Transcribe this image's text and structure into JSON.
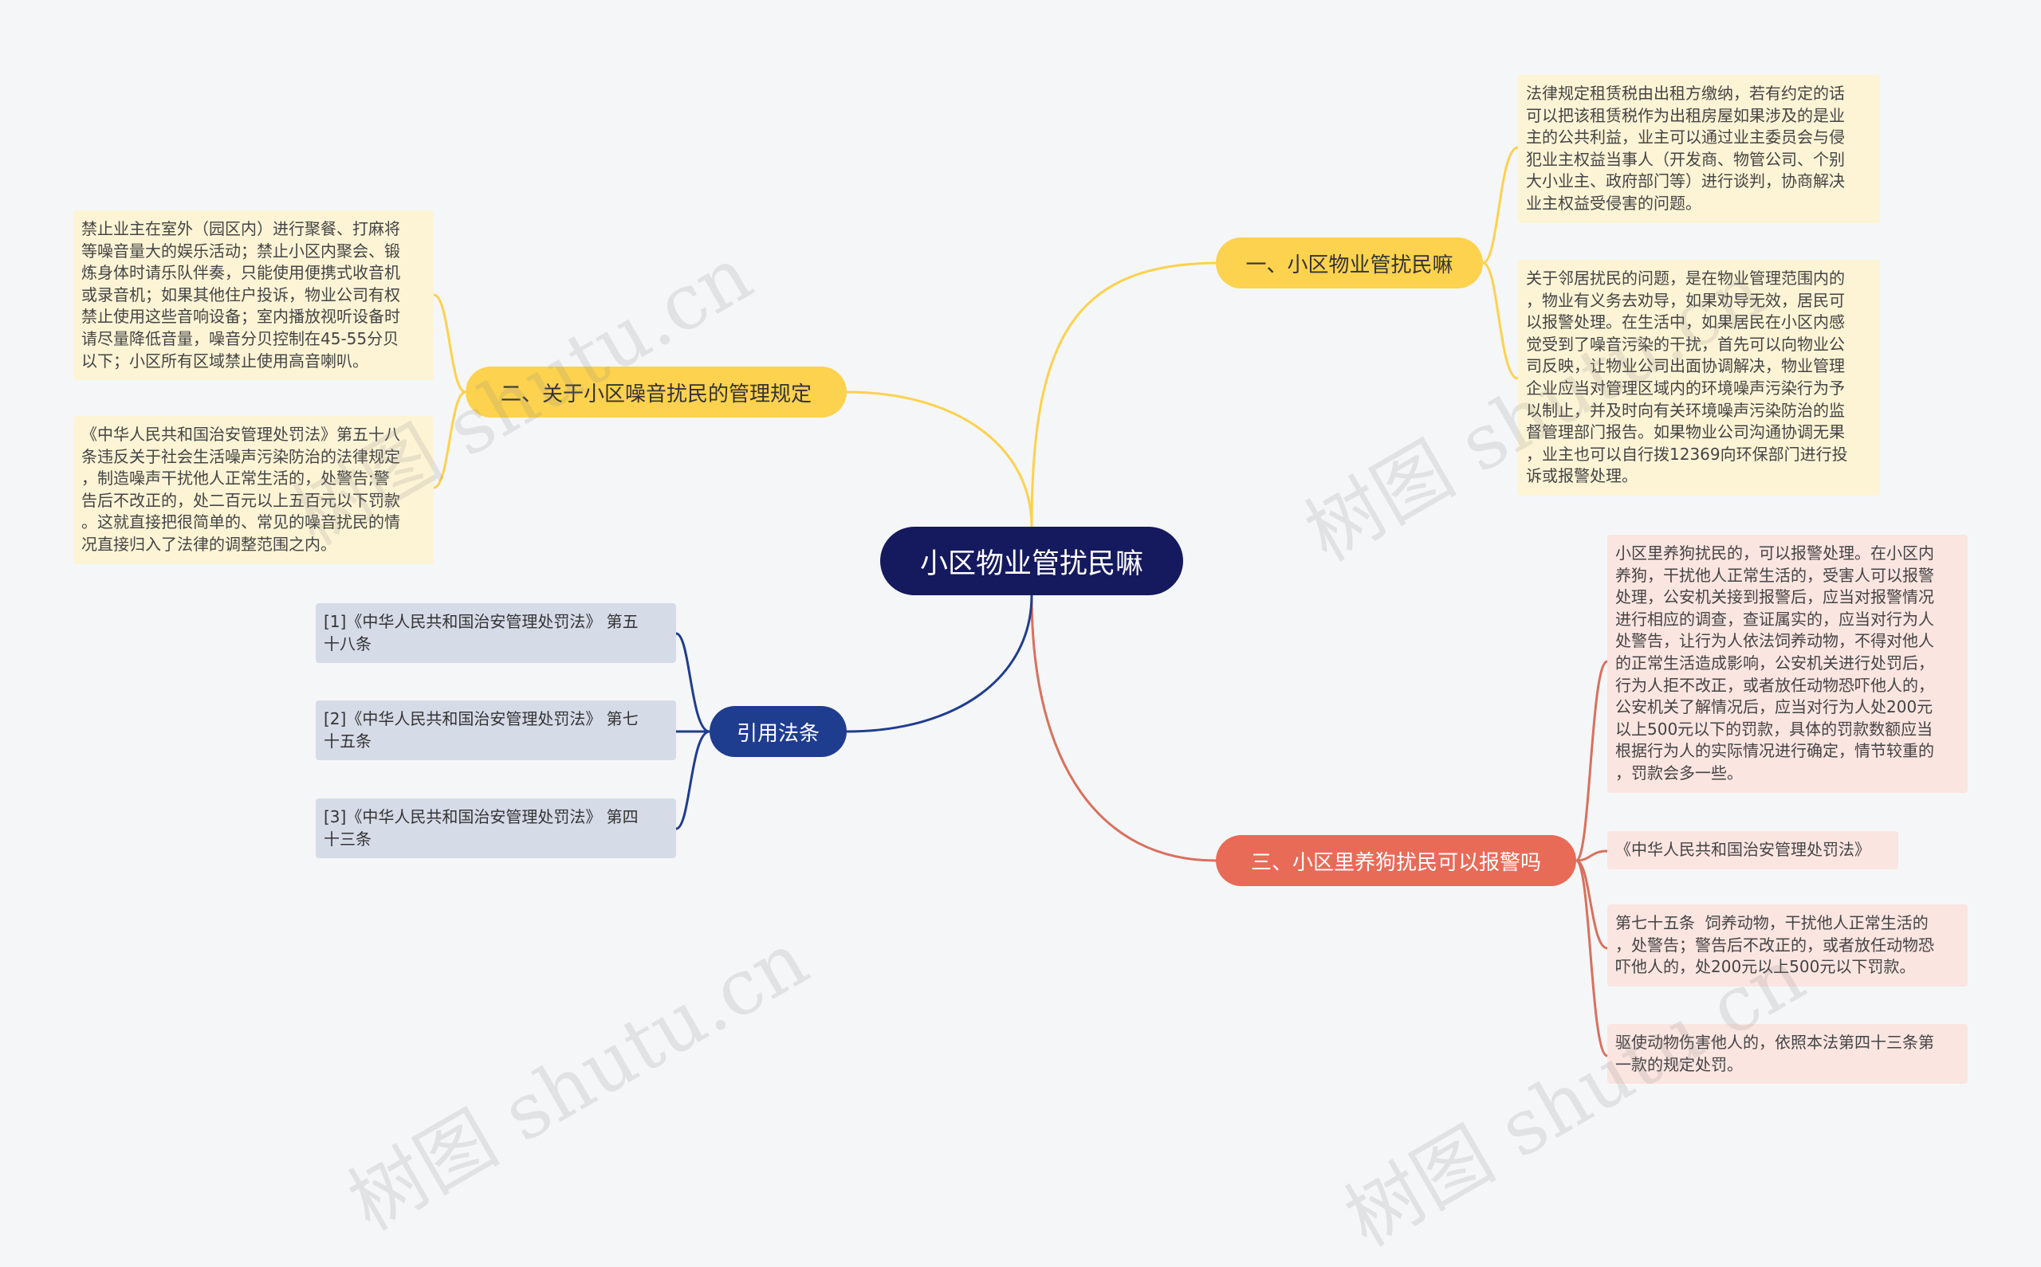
{
  "root": {
    "label": "小区物业管扰民嘛"
  },
  "branches": {
    "b1": {
      "label": "一、小区物业管扰民嘛",
      "color": "#fcd24e",
      "leaves": [
        "法律规定租赁税由出租方缴纳，若有约定的话\n可以把该租赁税作为出租房屋如果涉及的是业\n主的公共利益，业主可以通过业主委员会与侵\n犯业主权益当事人（开发商、物管公司、个别\n大小业主、政府部门等）进行谈判，协商解决\n业主权益受侵害的问题。",
        "关于邻居扰民的问题，是在物业管理范围内的\n，物业有义务去劝导，如果劝导无效，居民可\n以报警处理。在生活中，如果居民在小区内感\n觉受到了噪音污染的干扰，首先可以向物业公\n司反映，让物业公司出面协调解决，物业管理\n企业应当对管理区域内的环境噪声污染行为予\n以制止，并及时向有关环境噪声污染防治的监\n督管理部门报告。如果物业公司沟通协调无果\n，业主也可以自行拨12369向环保部门进行投\n诉或报警处理。"
      ]
    },
    "b2": {
      "label": "二、关于小区噪音扰民的管理规定",
      "color": "#fcd24e",
      "leaves": [
        "禁止业主在室外（园区内）进行聚餐、打麻将\n等噪音量大的娱乐活动；禁止小区内聚会、锻\n炼身体时请乐队伴奏，只能使用便携式收音机\n或录音机；如果其他住户投诉，物业公司有权\n禁止使用这些音响设备；室内播放视听设备时\n请尽量降低音量，噪音分贝控制在45-55分贝\n以下；小区所有区域禁止使用高音喇叭。",
        "《中华人民共和国治安管理处罚法》第五十八\n条违反关于社会生活噪声污染防治的法律规定\n，制造噪声干扰他人正常生活的，处警告;警\n告后不改正的，处二百元以上五百元以下罚款\n。这就直接把很简单的、常见的噪音扰民的情\n况直接归入了法律的调整范围之内。"
      ]
    },
    "b3": {
      "label": "三、小区里养狗扰民可以报警吗",
      "color": "#e86b57",
      "leaves": [
        "小区里养狗扰民的，可以报警处理。在小区内\n养狗，干扰他人正常生活的，受害人可以报警\n处理，公安机关接到报警后，应当对报警情况\n进行相应的调查，查证属实的，应当对行为人\n处警告，让行为人依法饲养动物，不得对他人\n的正常生活造成影响，公安机关进行处罚后，\n行为人拒不改正，或者放任动物恐吓他人的，\n公安机关了解情况后，应当对行为人处200元\n以上500元以下的罚款，具体的罚款数额应当\n根据行为人的实际情况进行确定，情节较重的\n，罚款会多一些。",
        "《中华人民共和国治安管理处罚法》",
        "第七十五条  饲养动物，干扰他人正常生活的\n，处警告；警告后不改正的，或者放任动物恐\n吓他人的，处200元以上500元以下罚款。",
        "驱使动物伤害他人的，依照本法第四十三条第\n一款的规定处罚。"
      ]
    },
    "b4": {
      "label": "引用法条",
      "color": "#1f3d8f",
      "leaves": [
        "[1]《中华人民共和国治安管理处罚法》 第五\n十八条",
        "[2]《中华人民共和国治安管理处罚法》 第七\n十五条",
        "[3]《中华人民共和国治安管理处罚法》 第四\n十三条"
      ]
    }
  },
  "watermark": {
    "text": "树图 shutu.cn"
  }
}
